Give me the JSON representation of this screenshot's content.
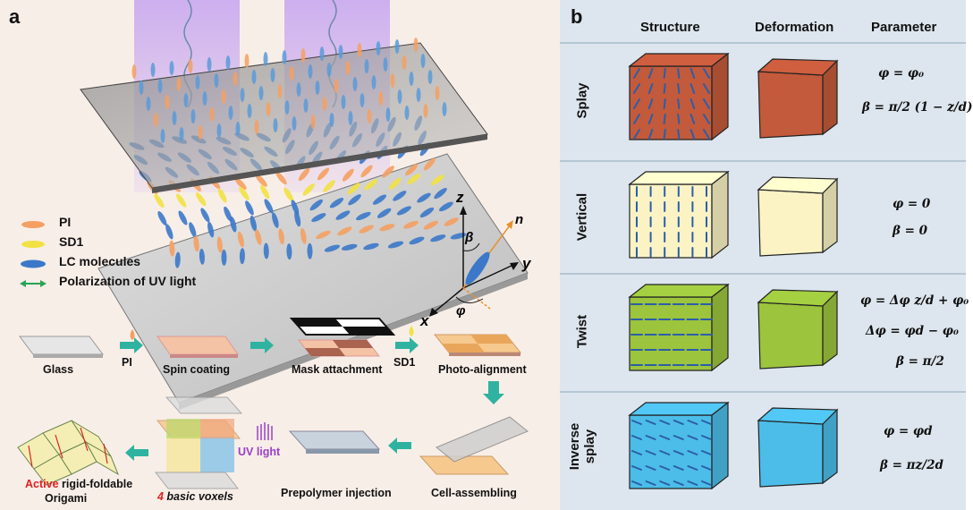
{
  "panel_a": {
    "label": "a",
    "legend": [
      {
        "label": "PI",
        "color": "#f4a062",
        "icon": "pi-molecule-icon"
      },
      {
        "label": "SD1",
        "color": "#f1e142",
        "icon": "sd1-molecule-icon"
      },
      {
        "label": "LC molecules",
        "color": "#3b78c9",
        "icon": "lc-molecule-icon"
      },
      {
        "label": "Polarization of UV light",
        "color": "#2aa354",
        "icon": "double-arrow-icon"
      }
    ],
    "axes": {
      "z": "z",
      "y": "y",
      "x": "x",
      "n": "n",
      "beta": "β",
      "phi": "φ"
    },
    "steps": {
      "glass": "Glass",
      "pi": "PI",
      "spin_coating": "Spin coating",
      "mask_attachment": "Mask attachment",
      "sd1": "SD1",
      "photo_alignment": "Photo-alignment",
      "cell_assembling": "Cell-assembling",
      "prepolymer_injection": "Prepolymer injection",
      "uv_light": "UV light",
      "voxels_num": "4",
      "voxels_text": " basic voxels",
      "active": "Active",
      "rigid_foldable": " rigid-foldable",
      "origami": "Origami"
    }
  },
  "panel_b": {
    "label": "b",
    "headers": [
      "Structure",
      "Deformation",
      "Parameter"
    ],
    "rows": [
      {
        "name": "Splay",
        "color": "#c35a3b",
        "params": [
          "φ = φ₀",
          "β = π/2 (1 − z/d)"
        ]
      },
      {
        "name": "Vertical",
        "color": "#fbf3c4",
        "params": [
          "φ = 0",
          "β = 0"
        ]
      },
      {
        "name": "Twist",
        "color": "#9cc43d",
        "params": [
          "φ = Δφ z/d + φ₀",
          "Δφ = φd − φ₀",
          "β = π/2"
        ]
      },
      {
        "name": "Inverse splay",
        "color": "#4cbde8",
        "params": [
          "φ = φd",
          "β = πz/2d"
        ]
      }
    ]
  },
  "colors": {
    "uv_beam": "#c7a8ef",
    "lc": "#3b78c9",
    "arrow_teal": "#2fb3a0",
    "active_red": "#e02020",
    "uv_purple": "#9b40c8"
  }
}
